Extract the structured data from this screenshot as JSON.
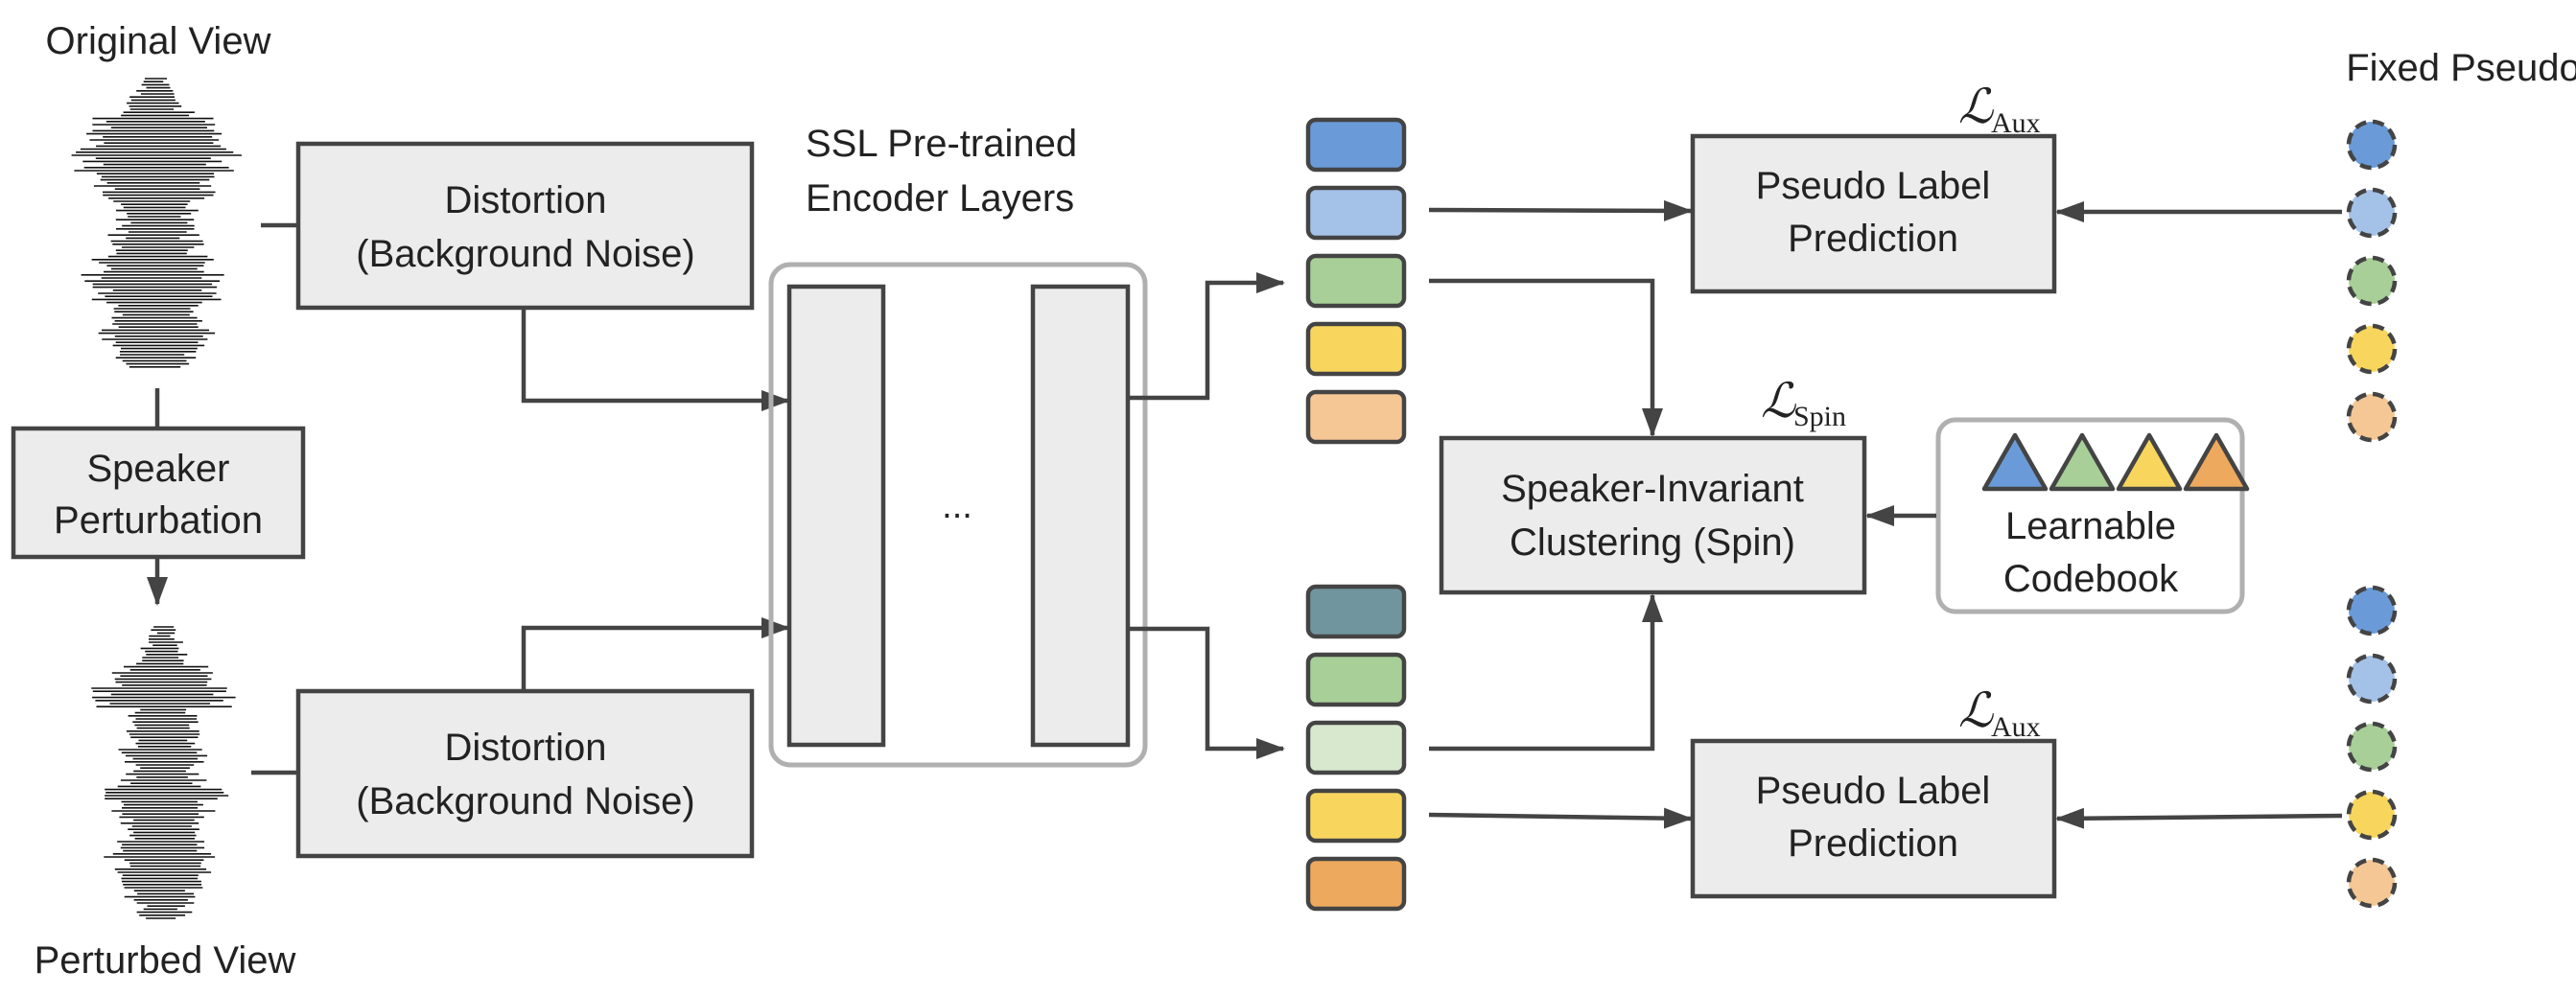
{
  "labels": {
    "original_view": "Original View",
    "perturbed_view": "Perturbed View",
    "speaker_perturbation_line1": "Speaker",
    "speaker_perturbation_line2": "Perturbation",
    "distortion_top_line1": "Distortion",
    "distortion_top_line2": "(Background Noise)",
    "distortion_bottom_line1": "Distortion",
    "distortion_bottom_line2": "(Background Noise)",
    "encoder_title_line1": "SSL Pre-trained",
    "encoder_title_line2": "Encoder Layers",
    "encoder_ellipsis": "...",
    "pseudo_top_line1": "Pseudo Label",
    "pseudo_top_line2": "Prediction",
    "pseudo_bottom_line1": "Pseudo Label",
    "pseudo_bottom_line2": "Prediction",
    "spin_line1": "Speaker-Invariant",
    "spin_line2": "Clustering (Spin)",
    "codebook_line1": "Learnable",
    "codebook_line2": "Codebook",
    "fixed_pseudo_labels": "Fixed Pseudo Labels",
    "loss_aux_top": "ℒ",
    "loss_aux_top_sub": "Aux",
    "loss_spin": "ℒ",
    "loss_spin_sub": "Spin",
    "loss_aux_bottom": "ℒ",
    "loss_aux_bottom_sub": "Aux"
  },
  "colors": {
    "box_fill": "#ececec",
    "stroke": "#444444",
    "container_stroke": "#b0b0b0",
    "blue": "#6a9bd8",
    "light_blue": "#a4c2e8",
    "green": "#a8cf98",
    "light_green": "#d7e8cf",
    "yellow": "#f8d65e",
    "peach": "#f4c795",
    "orange": "#eda95e",
    "teal": "#71959e"
  },
  "top_features": [
    "blue",
    "light_blue",
    "green",
    "yellow",
    "peach"
  ],
  "bottom_features": [
    "teal",
    "green",
    "light_green",
    "yellow",
    "orange"
  ],
  "top_labels_dots": [
    "blue",
    "light_blue",
    "green",
    "yellow",
    "peach"
  ],
  "bottom_labels_dots": [
    "blue",
    "light_blue",
    "green",
    "yellow",
    "peach"
  ],
  "codebook_triangles": [
    "blue",
    "green",
    "yellow",
    "orange"
  ]
}
